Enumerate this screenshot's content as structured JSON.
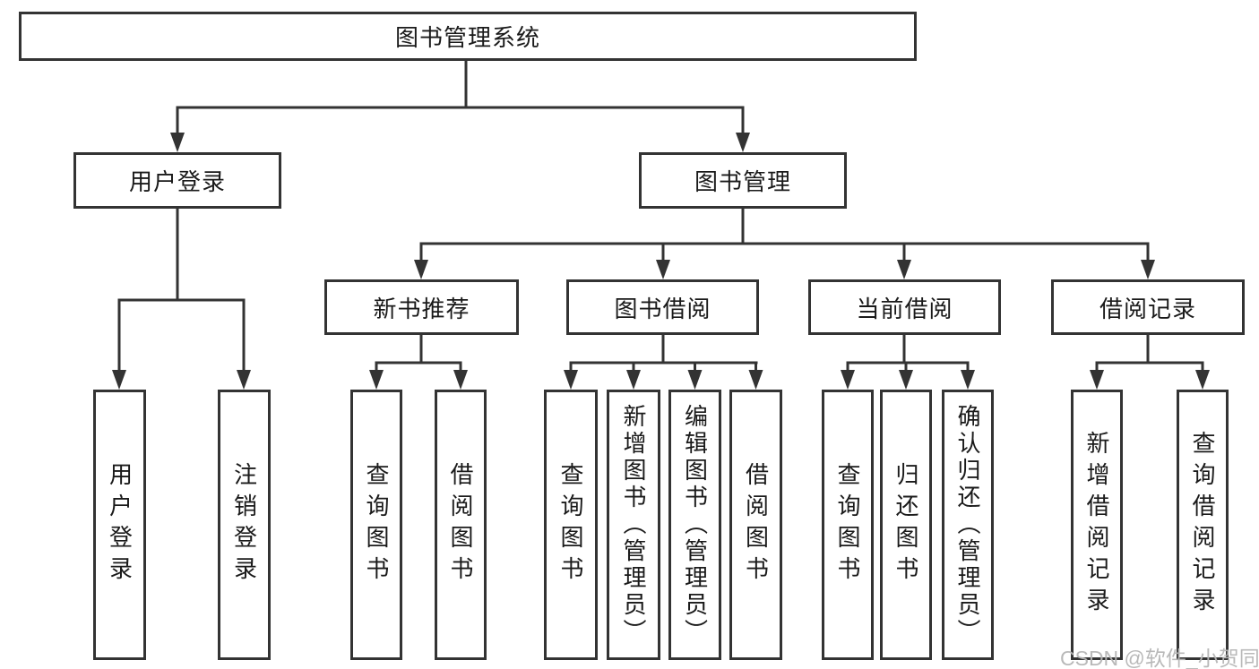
{
  "diagram_title": "图书管理系统",
  "hierarchy": {
    "root": {
      "label": "图书管理系统",
      "children": [
        {
          "label": "用户登录",
          "children": [
            {
              "label": "用户登录"
            },
            {
              "label": "注销登录"
            }
          ]
        },
        {
          "label": "图书管理",
          "children": [
            {
              "label": "新书推荐",
              "children": [
                {
                  "label": "查询图书"
                },
                {
                  "label": "借阅图书"
                }
              ]
            },
            {
              "label": "图书借阅",
              "children": [
                {
                  "label": "查询图书"
                },
                {
                  "label": "新增图书（管理员）"
                },
                {
                  "label": "编辑图书（管理员）"
                },
                {
                  "label": "借阅图书"
                }
              ]
            },
            {
              "label": "当前借阅",
              "children": [
                {
                  "label": "查询图书"
                },
                {
                  "label": "归还图书"
                },
                {
                  "label": "确认归还（管理员）"
                }
              ]
            },
            {
              "label": "借阅记录",
              "children": [
                {
                  "label": "新增借阅记录"
                },
                {
                  "label": "查询借阅记录"
                }
              ]
            }
          ]
        }
      ]
    }
  },
  "watermark": {
    "text": "CSDN @软件_小贺同学"
  },
  "colors": {
    "line": "#333333",
    "text": "#1a1a1a",
    "background": "#ffffff",
    "watermark": "#b6b6b6"
  }
}
